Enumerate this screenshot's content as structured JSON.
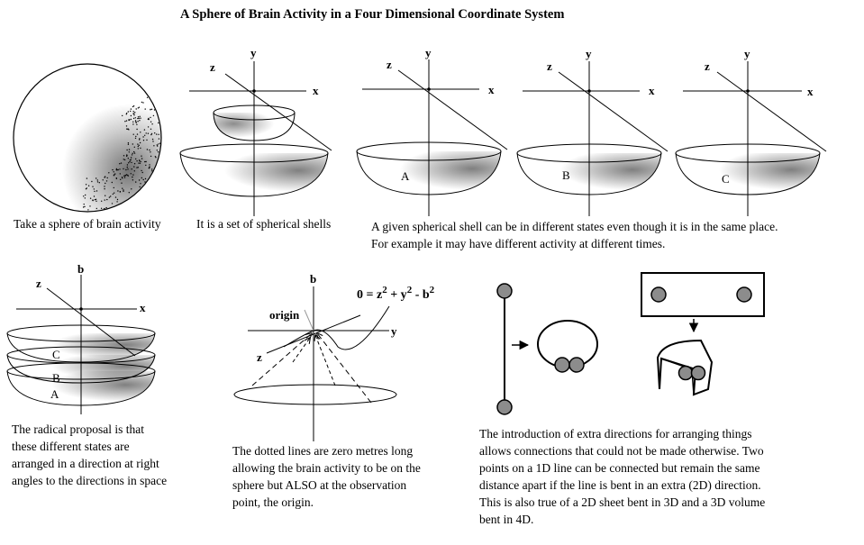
{
  "title": "A Sphere of Brain Activity in a Four Dimensional Coordinate System",
  "axes": {
    "x": "x",
    "y": "y",
    "z": "z",
    "b": "b"
  },
  "shell_labels": {
    "a": "A",
    "b": "B",
    "c": "C"
  },
  "captions": {
    "sphere": "Take a sphere of brain activity",
    "shells": "It is a set of spherical shells",
    "states": [
      "A given spherical shell can be in different states even though it is in the same place.",
      "For example it may have different activity at different times."
    ],
    "radical": [
      "The radical proposal is that",
      "these different states are",
      "arranged in a direction at right",
      "angles to the directions in space"
    ],
    "dotted": [
      "The dotted lines are zero metres long",
      "allowing the brain activity to be  on the",
      "sphere but ALSO at the observation",
      "point, the origin."
    ],
    "extra": [
      "The introduction of extra directions for arranging things",
      "allows connections that could not be made otherwise. Two",
      "points on a 1D line can be connected but remain the same",
      "distance apart if the line is bent in an extra (2D) direction.",
      "This is also true of a 2D sheet bent in 3D and a 3D volume",
      "bent in 4D."
    ]
  },
  "equation": {
    "lhs": "0 = z",
    "plus": " + y",
    "minus": " -  b",
    "exp": "2"
  },
  "origin_label": "origin",
  "colors": {
    "ink": "#000000",
    "node": "#8c8c8c"
  }
}
